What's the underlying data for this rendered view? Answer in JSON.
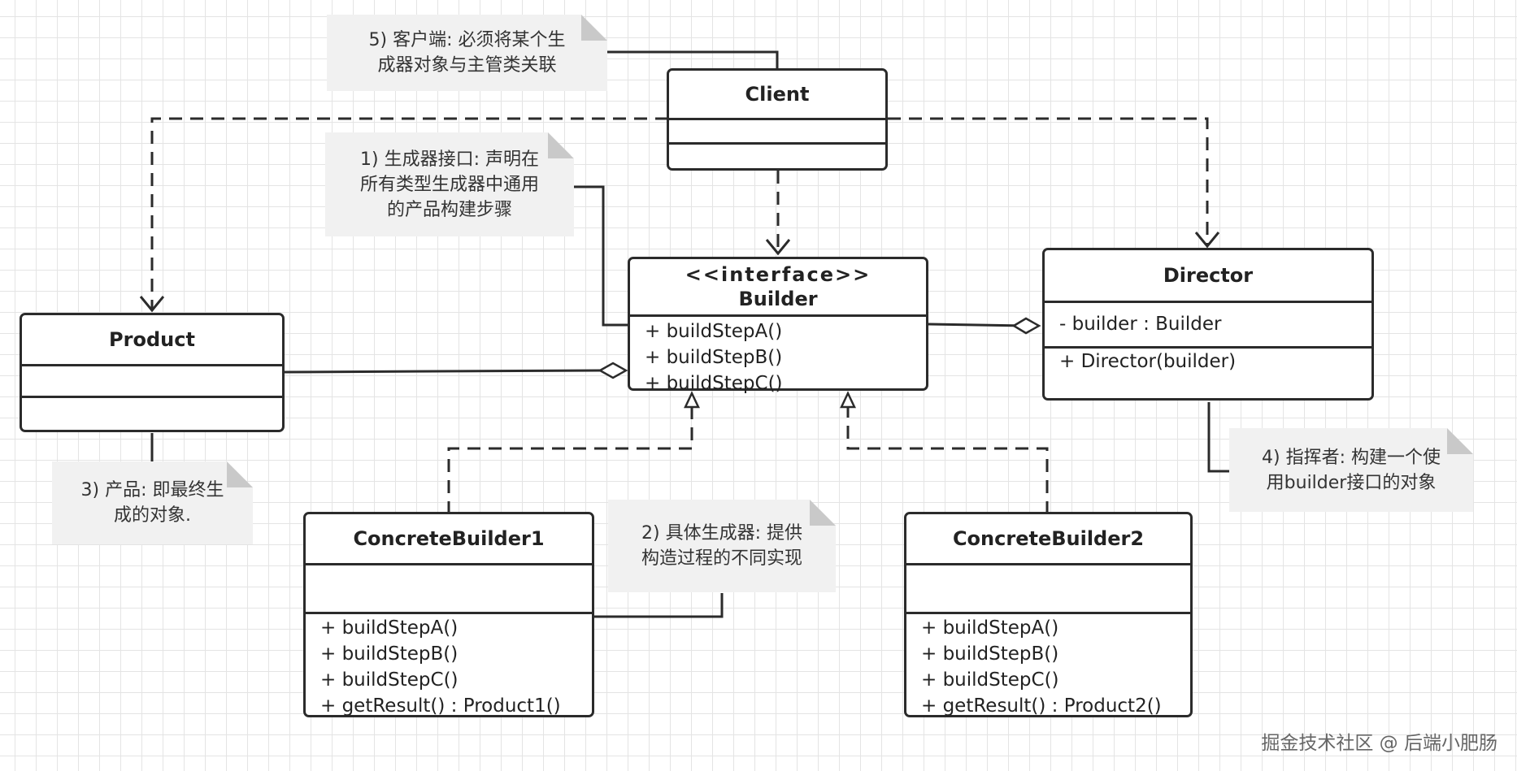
{
  "classes": {
    "client": {
      "name": "Client"
    },
    "builder": {
      "stereotype": "<<interface>>",
      "name": "Builder",
      "methods": [
        "+ buildStepA()",
        "+ buildStepB()",
        "+ buildStepC()"
      ]
    },
    "director": {
      "name": "Director",
      "attributes": [
        "- builder : Builder"
      ],
      "methods": [
        "+ Director(builder)"
      ]
    },
    "product": {
      "name": "Product"
    },
    "concrete1": {
      "name": "ConcreteBuilder1",
      "methods": [
        "+ buildStepA()",
        "+ buildStepB()",
        "+ buildStepC()",
        "+ getResult() : Product1()"
      ]
    },
    "concrete2": {
      "name": "ConcreteBuilder2",
      "methods": [
        "+ buildStepA()",
        "+ buildStepB()",
        "+ buildStepC()",
        "+ getResult() : Product2()"
      ]
    }
  },
  "notes": {
    "client": [
      "5) 客户端: 必须将某个生",
      "成器对象与主管类关联"
    ],
    "builder": [
      "1) 生成器接口: 声明在",
      "所有类型生成器中通用",
      "的产品构建步骤"
    ],
    "product": [
      "3) 产品: 即最终生",
      "成的对象."
    ],
    "concrete": [
      "2) 具体生成器: 提供",
      "构造过程的不同实现"
    ],
    "director": [
      "4) 指挥者: 构建一个使",
      "用builder接口的对象"
    ]
  },
  "watermark": "掘金技术社区 @ 后端小肥肠"
}
